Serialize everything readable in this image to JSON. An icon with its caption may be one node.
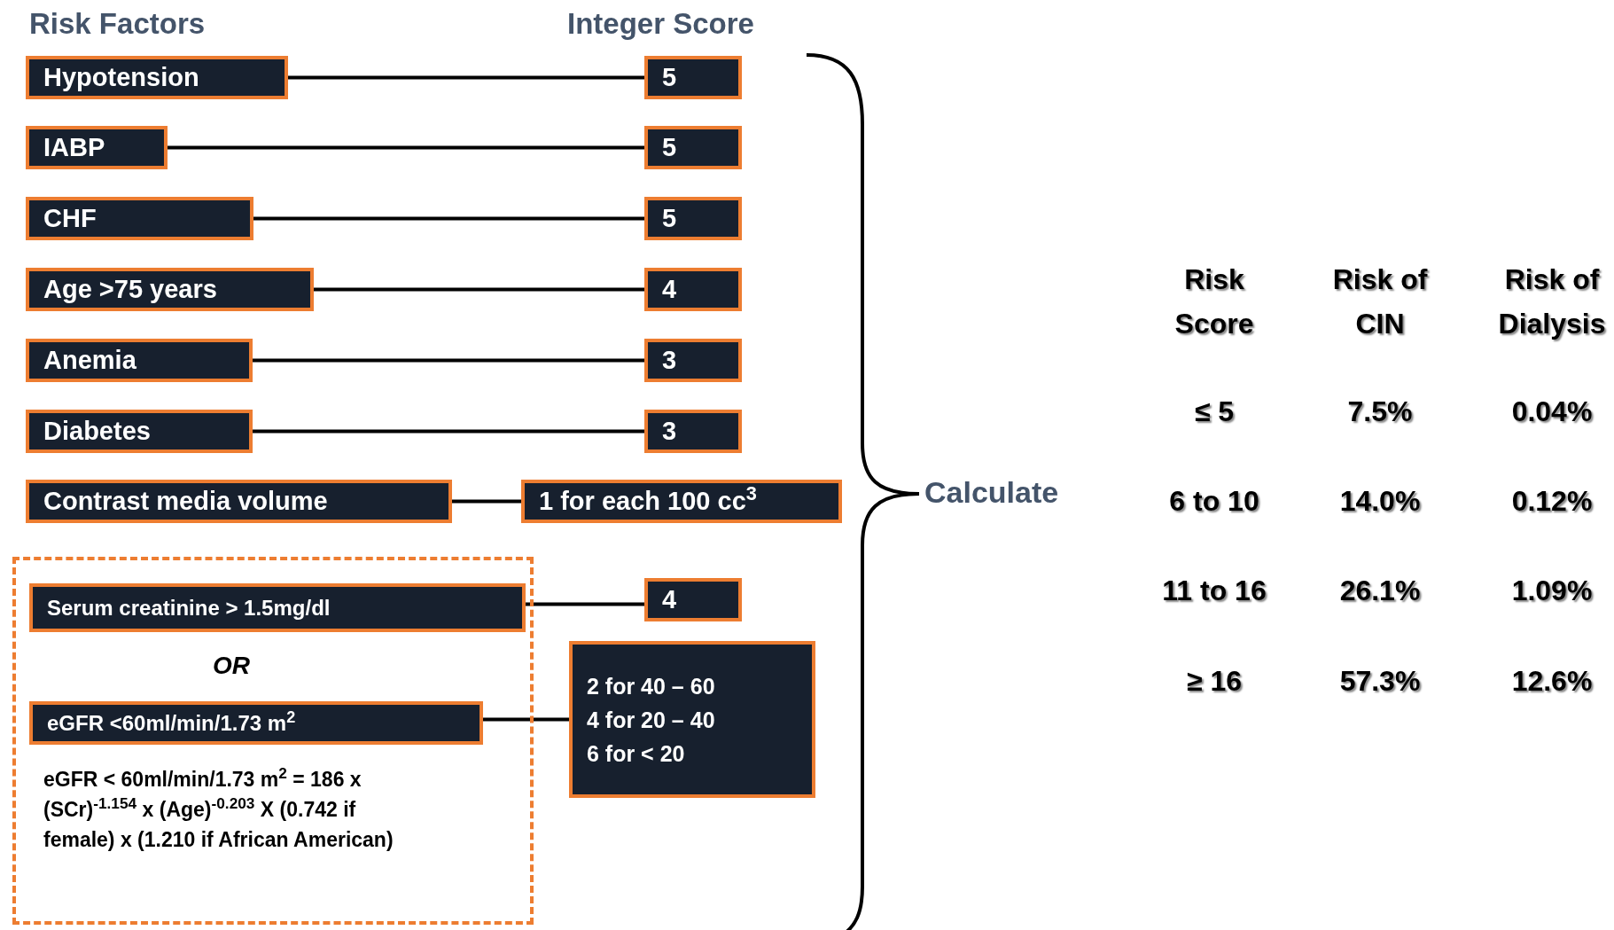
{
  "diagram": {
    "nodes": [
      {
        "text": [
          "Hypotension"
        ]
      },
      {
        "text": [
          "5"
        ]
      },
      {
        "text": [
          "IABP"
        ]
      },
      {
        "text": [
          "5"
        ]
      },
      {
        "text": [
          "CHF"
        ]
      },
      {
        "text": [
          "5"
        ]
      },
      {
        "text": [
          "Age >75 years"
        ]
      },
      {
        "text": [
          "4"
        ]
      },
      {
        "text": [
          "Anemia"
        ]
      },
      {
        "text": [
          "3"
        ]
      },
      {
        "text": [
          "Diabetes"
        ]
      },
      {
        "text": [
          "3"
        ]
      },
      {
        "text": [
          "Contrast media volume"
        ]
      },
      {
        "text": [
          "1 for each 100 cc$^{3}$"
        ]
      },
      {
        "text": [
          "OR",
          "eGFR < 60ml/min/1.73 m$^{2}$ = 186 x (SCr)$^{-1.154}$ x (Age)$^{-0.203}$ X (0.742 if female) x (1.210 if African American)"
        ]
      },
      {
        "text": [
          "Serum creatinine > 1.5mg/dl"
        ],
        "in": 14
      },
      {
        "text": [
          "4"
        ]
      },
      {
        "text": [
          "eGFR <60ml/min/1.73 m$^{2}$"
        ],
        "in": 14
      },
      {
        "text": [
          "2 for 40 – 60",
          "4 for 20 – 40",
          "6 for < 20"
        ]
      }
    ],
    "edges": [
      {
        "from": 0,
        "to": 1,
        "arrow": "none"
      },
      {
        "from": 2,
        "to": 3,
        "arrow": "none"
      },
      {
        "from": 4,
        "to": 5,
        "arrow": "none"
      },
      {
        "from": 6,
        "to": 7,
        "arrow": "none"
      },
      {
        "from": 8,
        "to": 9,
        "arrow": "none"
      },
      {
        "from": 10,
        "to": 11,
        "arrow": "none"
      },
      {
        "from": 12,
        "to": 13,
        "arrow": "none"
      },
      {
        "from": 15,
        "to": 16,
        "arrow": "none"
      },
      {
        "from": 17,
        "to": 18,
        "arrow": "none"
      }
    ],
    "labels": [
      "Risk Factors",
      "Integer Score",
      "Calculate",
      "Risk Score",
      "Risk of CIN",
      "Risk of Dialysis",
      "≤ 5",
      "7.5%",
      "0.04%",
      "6 to 10",
      "14.0%",
      "0.12%",
      "11 to 16",
      "26.1%",
      "1.09%",
      "≥ 16",
      "57.3%",
      "12.6%"
    ]
  }
}
